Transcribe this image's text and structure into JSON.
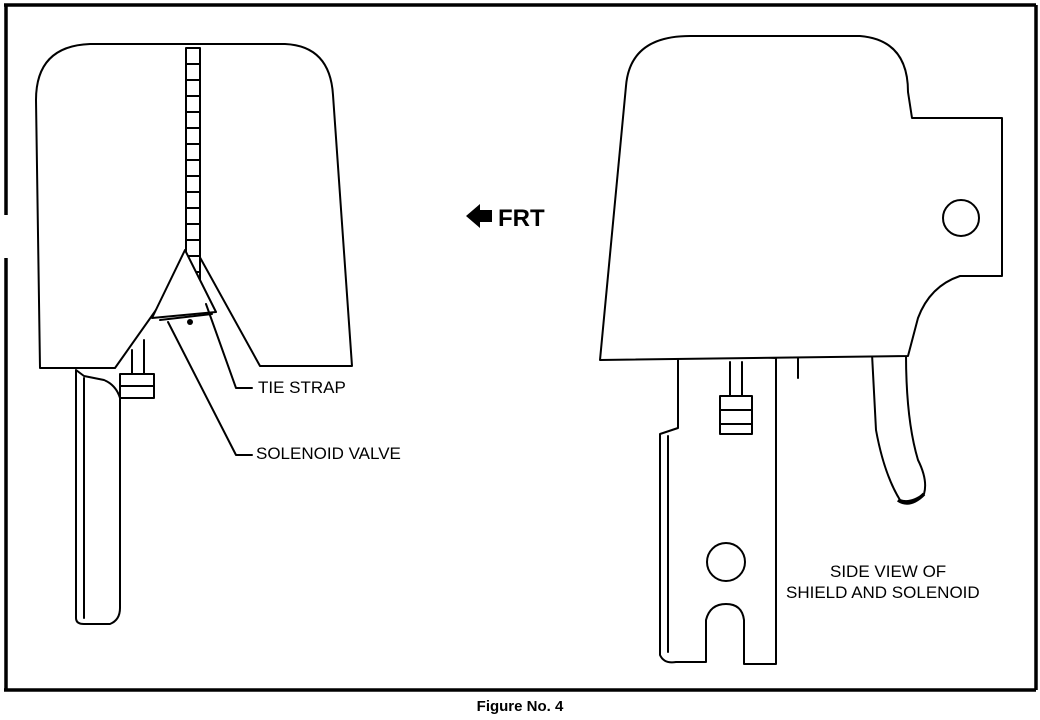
{
  "labels": {
    "tie_strap": "TIE STRAP",
    "solenoid_valve": "SOLENOID VALVE",
    "front": "FRT",
    "side_view_line1": "SIDE VIEW OF",
    "side_view_line2": "SHIELD AND SOLENOID"
  },
  "caption": "Figure No. 4",
  "icons": {
    "front_direction": "left-arrow-icon"
  }
}
